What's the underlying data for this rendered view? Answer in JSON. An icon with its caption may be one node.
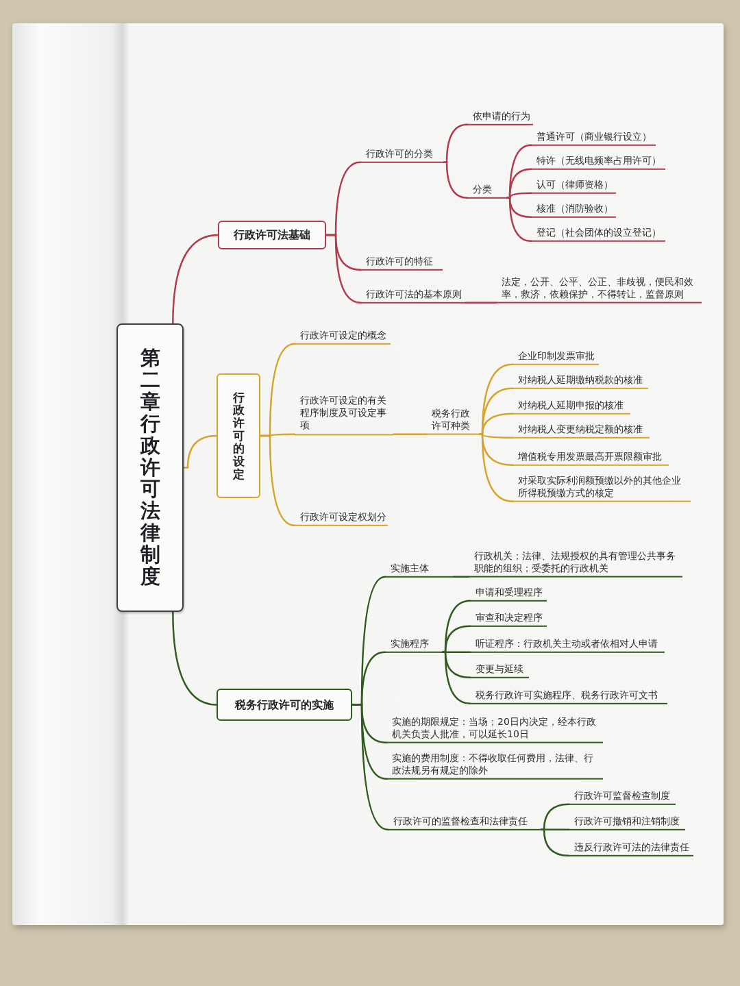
{
  "diagram": {
    "nodes": [
      {
        "text": [
          "第二章行政许可法律制度"
        ]
      },
      {
        "text": [
          "行政许可法基础"
        ]
      },
      {
        "text": [
          "行政许可的分类"
        ]
      },
      {
        "text": [
          "依申请的行为"
        ]
      },
      {
        "text": [
          "分类"
        ]
      },
      {
        "text": [
          "普通许可（商业银行设立）"
        ]
      },
      {
        "text": [
          "特许（无线电频率占用许可）"
        ]
      },
      {
        "text": [
          "认可（律师资格）"
        ]
      },
      {
        "text": [
          "核准（消防验收）"
        ]
      },
      {
        "text": [
          "登记（社会团体的设立登记）"
        ]
      },
      {
        "text": [
          "行政许可的特征"
        ]
      },
      {
        "text": [
          "行政许可法的基本原则"
        ]
      },
      {
        "text": [
          "法定，公开、公平、公正、非歧视，便民和效率，救济，依赖保护，不得转让，监督原则"
        ]
      },
      {
        "text": [
          "行政许可的设定"
        ]
      },
      {
        "text": [
          "行政许可设定的概念"
        ]
      },
      {
        "text": [
          "行政许可设定的有关程序制度及可设定事项"
        ]
      },
      {
        "text": [
          "税务行政许可种类"
        ]
      },
      {
        "text": [
          "企业印制发票审批"
        ]
      },
      {
        "text": [
          "对纳税人延期缴纳税款的核准"
        ]
      },
      {
        "text": [
          "对纳税人延期申报的核准"
        ]
      },
      {
        "text": [
          "对纳税人变更纳税定额的核准"
        ]
      },
      {
        "text": [
          "增值税专用发票最高开票限额审批"
        ]
      },
      {
        "text": [
          "对采取实际利润额预缴以外的其他企业所得税预缴方式的核定"
        ]
      },
      {
        "text": [
          "行政许可设定权划分"
        ]
      },
      {
        "text": [
          "税务行政许可的实施"
        ]
      },
      {
        "text": [
          "实施主体"
        ]
      },
      {
        "text": [
          "行政机关；法律、法规授权的具有管理公共事务职能的组织；受委托的行政机关"
        ]
      },
      {
        "text": [
          "实施程序"
        ]
      },
      {
        "text": [
          "申请和受理程序"
        ]
      },
      {
        "text": [
          "审查和决定程序"
        ]
      },
      {
        "text": [
          "听证程序：行政机关主动或者依相对人申请"
        ]
      },
      {
        "text": [
          "变更与延续"
        ]
      },
      {
        "text": [
          "税务行政许可实施程序、税务行政许可文书"
        ]
      },
      {
        "text": [
          "实施的期限规定：当场；20日内决定，经本行政机关负责人批准，可以延长10日"
        ]
      },
      {
        "text": [
          "实施的费用制度：不得收取任何费用，法律、行政法规另有规定的除外"
        ]
      },
      {
        "text": [
          "行政许可的监督检查和法律责任"
        ]
      },
      {
        "text": [
          "行政许可监督检查制度"
        ]
      },
      {
        "text": [
          "行政许可撤销和注销制度"
        ]
      },
      {
        "text": [
          "违反行政许可法的法律责任"
        ]
      }
    ],
    "edges": [
      {
        "from": 0,
        "to": 1,
        "arrow": "none",
        "color": "#b23a4c"
      },
      {
        "from": 1,
        "to": 2,
        "arrow": "none",
        "color": "#b23a4c"
      },
      {
        "from": 2,
        "to": 3,
        "arrow": "none",
        "color": "#b23a4c"
      },
      {
        "from": 2,
        "to": 4,
        "arrow": "none",
        "color": "#b23a4c"
      },
      {
        "from": 4,
        "to": 5,
        "arrow": "none",
        "color": "#b23a4c"
      },
      {
        "from": 4,
        "to": 6,
        "arrow": "none",
        "color": "#b23a4c"
      },
      {
        "from": 4,
        "to": 7,
        "arrow": "none",
        "color": "#b23a4c"
      },
      {
        "from": 4,
        "to": 8,
        "arrow": "none",
        "color": "#b23a4c"
      },
      {
        "from": 4,
        "to": 9,
        "arrow": "none",
        "color": "#b23a4c"
      },
      {
        "from": 1,
        "to": 10,
        "arrow": "none",
        "color": "#b23a4c"
      },
      {
        "from": 1,
        "to": 11,
        "arrow": "none",
        "color": "#b23a4c"
      },
      {
        "from": 11,
        "to": 12,
        "arrow": "none",
        "color": "#b23a4c"
      },
      {
        "from": 0,
        "to": 13,
        "arrow": "none",
        "color": "#d6a32b"
      },
      {
        "from": 13,
        "to": 14,
        "arrow": "none",
        "color": "#d6a32b"
      },
      {
        "from": 13,
        "to": 15,
        "arrow": "none",
        "color": "#d6a32b"
      },
      {
        "from": 15,
        "to": 16,
        "arrow": "none",
        "color": "#d6a32b"
      },
      {
        "from": 16,
        "to": 17,
        "arrow": "none",
        "color": "#d6a32b"
      },
      {
        "from": 16,
        "to": 18,
        "arrow": "none",
        "color": "#d6a32b"
      },
      {
        "from": 16,
        "to": 19,
        "arrow": "none",
        "color": "#d6a32b"
      },
      {
        "from": 16,
        "to": 20,
        "arrow": "none",
        "color": "#d6a32b"
      },
      {
        "from": 16,
        "to": 21,
        "arrow": "none",
        "color": "#d6a32b"
      },
      {
        "from": 16,
        "to": 22,
        "arrow": "none",
        "color": "#d6a32b"
      },
      {
        "from": 13,
        "to": 23,
        "arrow": "none",
        "color": "#d6a32b"
      },
      {
        "from": 0,
        "to": 24,
        "arrow": "none"
      },
      {
        "from": 24,
        "to": 25,
        "arrow": "none"
      },
      {
        "from": 25,
        "to": 26,
        "arrow": "none"
      },
      {
        "from": 24,
        "to": 27,
        "arrow": "none"
      },
      {
        "from": 27,
        "to": 28,
        "arrow": "none"
      },
      {
        "from": 27,
        "to": 29,
        "arrow": "none"
      },
      {
        "from": 27,
        "to": 30,
        "arrow": "none"
      },
      {
        "from": 27,
        "to": 31,
        "arrow": "none"
      },
      {
        "from": 27,
        "to": 32,
        "arrow": "none"
      },
      {
        "from": 24,
        "to": 33,
        "arrow": "none"
      },
      {
        "from": 24,
        "to": 34,
        "arrow": "none"
      },
      {
        "from": 24,
        "to": 35,
        "arrow": "none"
      },
      {
        "from": 35,
        "to": 36,
        "arrow": "none"
      },
      {
        "from": 35,
        "to": 37,
        "arrow": "none"
      },
      {
        "from": 35,
        "to": 38,
        "arrow": "none"
      }
    ]
  }
}
